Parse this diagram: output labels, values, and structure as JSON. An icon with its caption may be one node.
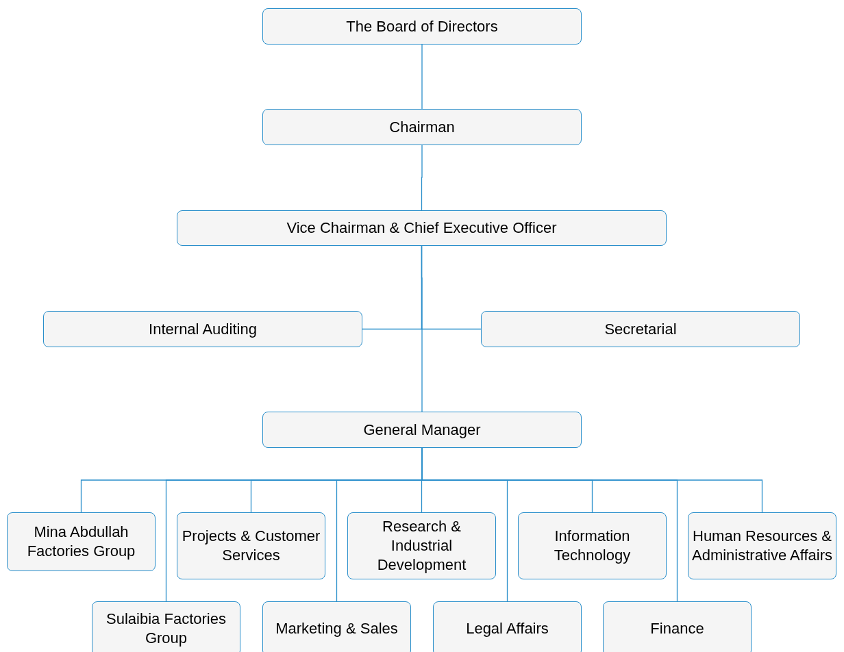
{
  "diagram": {
    "nodes": [
      {
        "text": [
          "The Board of Directors"
        ]
      },
      {
        "text": [
          "Chairman"
        ]
      },
      {
        "text": [
          "Vice Chairman & Chief Executive Officer"
        ]
      },
      {
        "text": [
          "Internal Auditing"
        ]
      },
      {
        "text": [
          "Secretarial"
        ]
      },
      {
        "text": [
          "General Manager"
        ]
      },
      {
        "text": [
          "Mina Abdullah Factories Group"
        ]
      },
      {
        "text": [
          "Projects & Customer Services"
        ]
      },
      {
        "text": [
          "Research & Industrial Development"
        ]
      },
      {
        "text": [
          "Information Technology"
        ]
      },
      {
        "text": [
          "Human Resources & Administrative Affairs"
        ]
      },
      {
        "text": [
          "Sulaibia Factories Group"
        ]
      },
      {
        "text": [
          "Marketing & Sales"
        ]
      },
      {
        "text": [
          "Legal Affairs"
        ]
      },
      {
        "text": [
          "Finance"
        ]
      }
    ],
    "edges": [
      {
        "from": 0,
        "to": 1,
        "arrow": "none"
      },
      {
        "from": 1,
        "to": 2,
        "arrow": "none"
      },
      {
        "from": 2,
        "to": 3,
        "arrow": "none"
      },
      {
        "from": 2,
        "to": 4,
        "arrow": "none"
      },
      {
        "from": 2,
        "to": 5,
        "arrow": "none"
      },
      {
        "from": 5,
        "to": 6,
        "arrow": "none"
      },
      {
        "from": 5,
        "to": 11,
        "arrow": "none"
      },
      {
        "from": 5,
        "to": 7,
        "arrow": "none"
      },
      {
        "from": 5,
        "to": 12,
        "arrow": "none"
      },
      {
        "from": 5,
        "to": 8,
        "arrow": "none"
      },
      {
        "from": 5,
        "to": 13,
        "arrow": "none"
      },
      {
        "from": 5,
        "to": 9,
        "arrow": "none"
      },
      {
        "from": 5,
        "to": 14,
        "arrow": "none"
      },
      {
        "from": 5,
        "to": 10,
        "arrow": "none"
      }
    ]
  }
}
